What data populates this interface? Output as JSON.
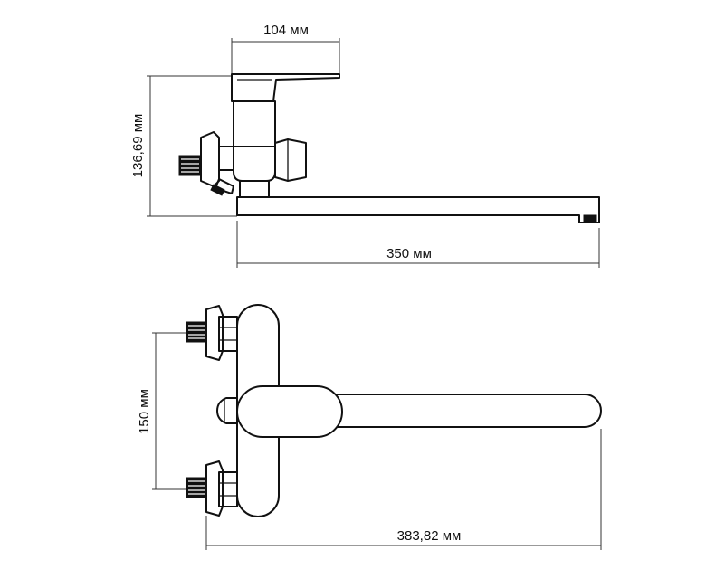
{
  "dimensions": {
    "side_view_width": "104 мм",
    "side_view_height": "136,69 мм",
    "side_view_spout_length": "350 мм",
    "front_view_inlet_spacing": "150 мм",
    "front_view_total_length": "383,82 мм"
  },
  "colors": {
    "line": "#111111",
    "background": "#ffffff"
  }
}
